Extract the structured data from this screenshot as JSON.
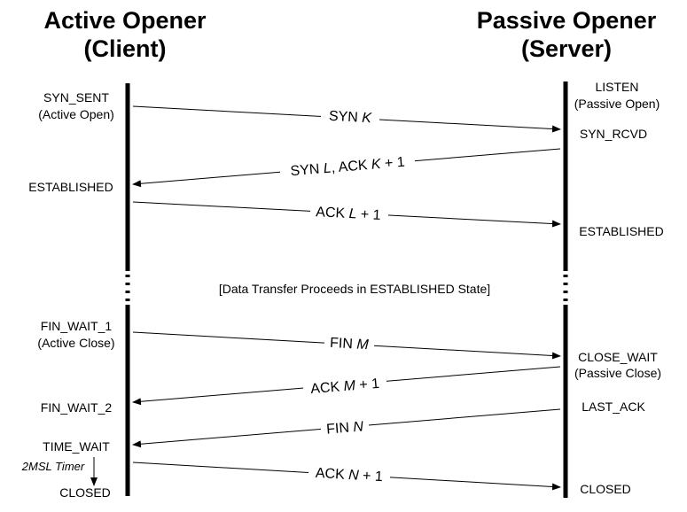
{
  "titles": {
    "client_line1": "Active Opener",
    "client_line2": "(Client)",
    "server_line1": "Passive Opener",
    "server_line2": "(Server)"
  },
  "client_states": [
    "SYN_SENT",
    "(Active Open)",
    "ESTABLISHED",
    "FIN_WAIT_1",
    "(Active Close)",
    "FIN_WAIT_2",
    "TIME_WAIT",
    "CLOSED"
  ],
  "server_states": [
    "LISTEN",
    "(Passive Open)",
    "SYN_RCVD",
    "ESTABLISHED",
    "CLOSE_WAIT",
    "(Passive Close)",
    "LAST_ACK",
    "CLOSED"
  ],
  "messages": [
    {
      "prefix": "SYN ",
      "var": "K",
      "suffix": "",
      "direction": "client-to-server"
    },
    {
      "prefix": "SYN ",
      "var": "L",
      "suffix": ", ACK ",
      "var2": "K",
      "suffix2": " + 1",
      "direction": "server-to-client"
    },
    {
      "prefix": "ACK ",
      "var": "L",
      "suffix": " + 1",
      "direction": "client-to-server"
    },
    {
      "prefix": "FIN ",
      "var": "M",
      "suffix": "",
      "direction": "client-to-server"
    },
    {
      "prefix": "ACK ",
      "var": "M",
      "suffix": " + 1",
      "direction": "server-to-client"
    },
    {
      "prefix": "FIN ",
      "var": "N",
      "suffix": "",
      "direction": "server-to-client"
    },
    {
      "prefix": "ACK ",
      "var": "N",
      "suffix": " + 1",
      "direction": "client-to-server"
    }
  ],
  "data_transfer_note": "[Data Transfer Proceeds in ESTABLISHED State]",
  "timer_label": "2MSL Timer"
}
